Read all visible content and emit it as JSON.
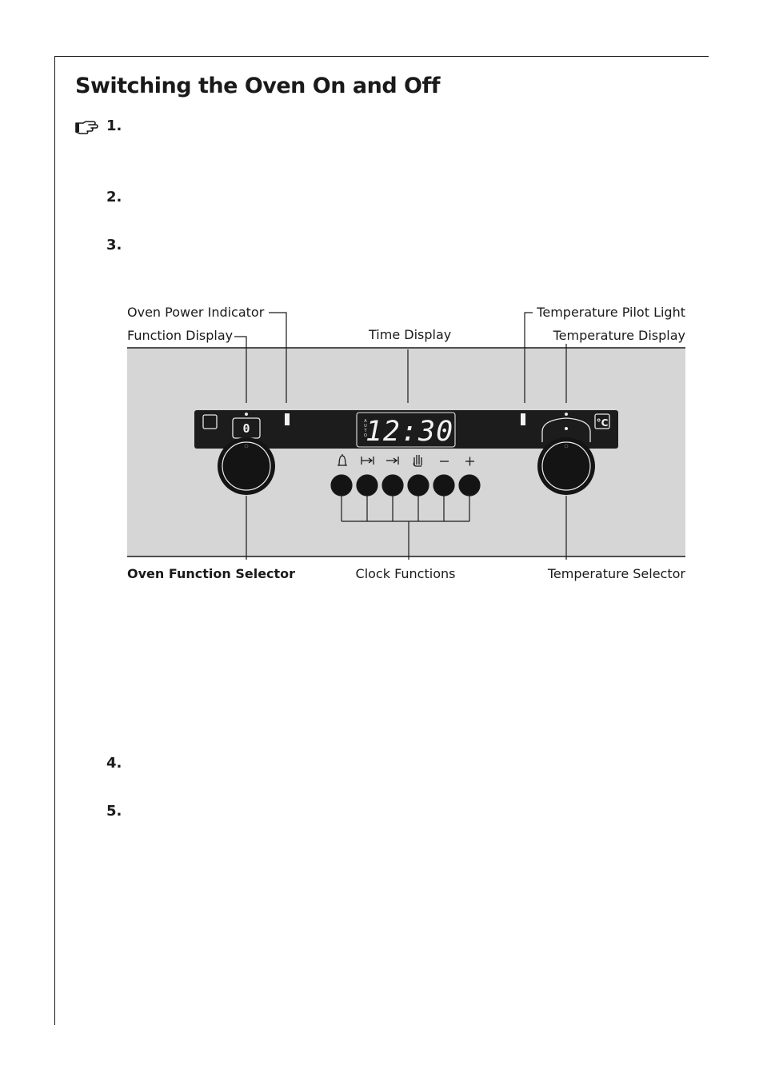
{
  "page": {
    "title": "Switching the Oven On and Off",
    "steps": [
      "1.",
      "2.",
      "3.",
      "4.",
      "5."
    ]
  },
  "icons": {
    "note": "pointing-hand-icon"
  },
  "panel": {
    "labels": {
      "oven_power_indicator": "Oven Power Indicator",
      "function_display": "Function Display",
      "time_display": "Time Display",
      "temperature_pilot_light": "Temperature Pilot Light",
      "temperature_display": "Temperature Display",
      "oven_function_selector": "Oven Function Selector",
      "clock_functions": "Clock Functions",
      "temperature_selector": "Temperature Selector"
    },
    "function_display_value": "0",
    "time_display_value": "12:30",
    "auto_letters": [
      "A",
      "U",
      "T",
      "O"
    ],
    "temperature_unit": "°C",
    "clock_button_icons": [
      "bell-icon",
      "duration-icon",
      "end-time-icon",
      "manual-hand-icon",
      "minus-icon",
      "plus-icon"
    ],
    "colors": {
      "panel_background": "#d6d6d6",
      "control_strip": "#1c1c1c",
      "knob": "#141414"
    }
  }
}
